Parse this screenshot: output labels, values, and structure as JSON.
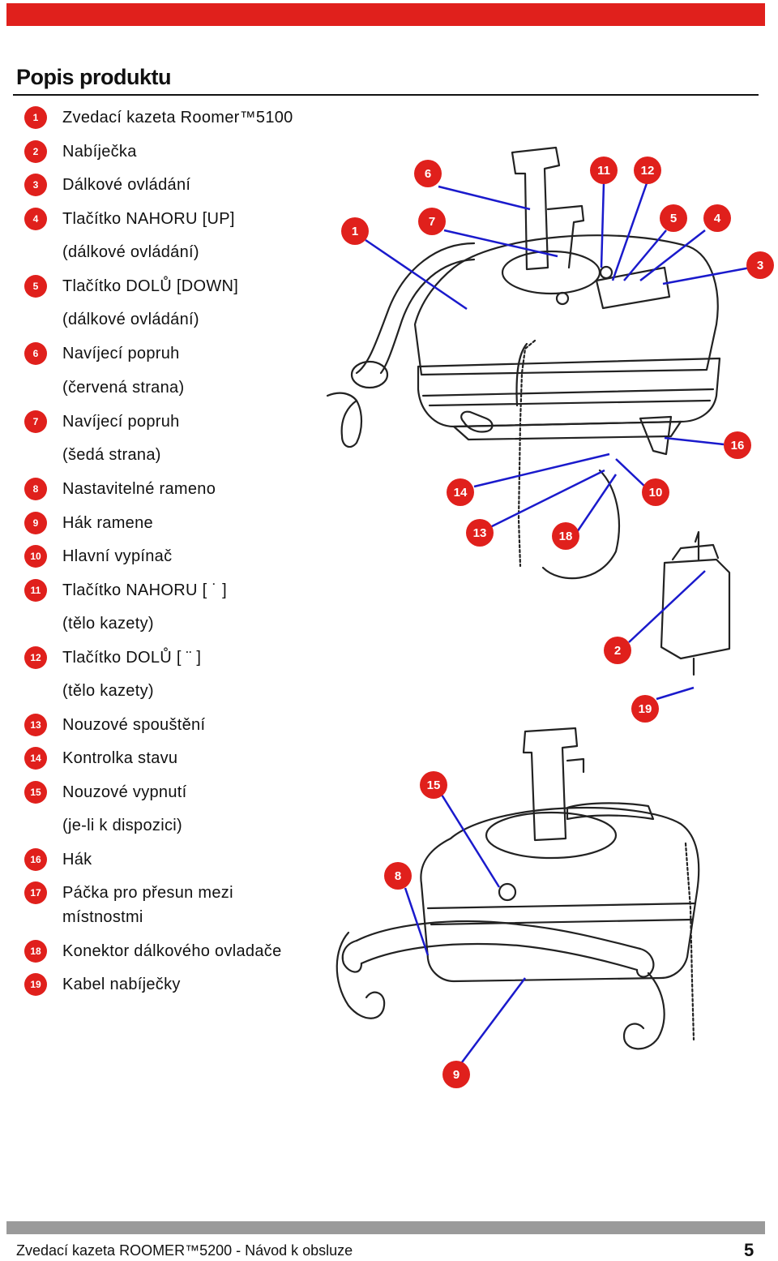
{
  "page_title": "Popis produktu",
  "legend": [
    {
      "num": "1",
      "label": "Zvedací kazeta Roomer™5100"
    },
    {
      "num": "2",
      "label": "Nabíječka"
    },
    {
      "num": "3",
      "label": "Dálkové ovládání"
    },
    {
      "num": "4",
      "label": "Tlačítko NAHORU [UP]",
      "sub": "(dálkové ovládání)"
    },
    {
      "num": "5",
      "label": "Tlačítko DOLŮ [DOWN]",
      "sub": "(dálkové ovládání)"
    },
    {
      "num": "6",
      "label": "Navíjecí popruh",
      "sub": "(červená strana)"
    },
    {
      "num": "7",
      "label": "Navíjecí popruh",
      "sub": "(šedá strana)"
    },
    {
      "num": "8",
      "label": "Nastavitelné rameno"
    },
    {
      "num": "9",
      "label": "Hák ramene"
    },
    {
      "num": "10",
      "label": "Hlavní vypínač"
    },
    {
      "num": "11",
      "label": "Tlačítko NAHORU [ ˙ ]",
      "sub": "(tělo kazety)"
    },
    {
      "num": "12",
      "label": "Tlačítko DOLŮ [ ¨ ]",
      "sub": "(tělo kazety)"
    },
    {
      "num": "13",
      "label": "Nouzové spouštění"
    },
    {
      "num": "14",
      "label": "Kontrolka stavu"
    },
    {
      "num": "15",
      "label": "Nouzové vypnutí",
      "sub": "(je-li k dispozici)"
    },
    {
      "num": "16",
      "label": "Hák"
    },
    {
      "num": "17",
      "label": "Páčka pro přesun mezi",
      "sub": "místnostmi"
    },
    {
      "num": "18",
      "label": "Konektor dálkového ovladače"
    },
    {
      "num": "19",
      "label": "Kabel nabíječky"
    }
  ],
  "callouts": [
    "1",
    "6",
    "7",
    "11",
    "12",
    "5",
    "4",
    "3",
    "16",
    "14",
    "10",
    "13",
    "18",
    "2",
    "19",
    "15",
    "8",
    "9"
  ],
  "footer": {
    "text": "Zvedací kazeta ROOMER™5200 - Návod k obsluze",
    "page": "5"
  },
  "colors": {
    "accent": "#e0201c",
    "leader": "#1a1acc",
    "footer_bar": "#9a9a9a"
  }
}
